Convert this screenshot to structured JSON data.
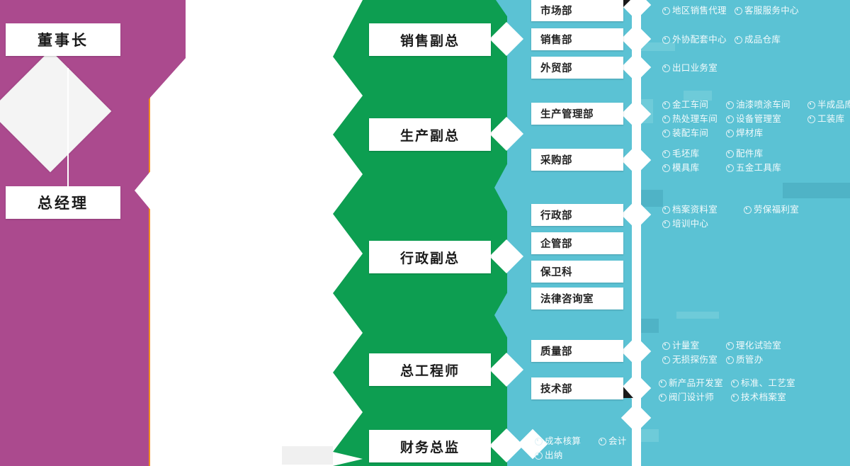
{
  "colors": {
    "purple": "#ab4a8e",
    "orange": "#f18d1f",
    "green": "#0d9e51",
    "blue": "#5bc2d4",
    "box_fill": "#ffffff",
    "diamond": "#f4f4f4",
    "leaf_text": "#f4fbfc"
  },
  "level1": [
    {
      "label": "董事长",
      "band": "purple"
    },
    {
      "label": "总经理",
      "band": "orange"
    }
  ],
  "level2": [
    {
      "label": "销售副总"
    },
    {
      "label": "生产副总"
    },
    {
      "label": "行政副总"
    },
    {
      "label": "总工程师"
    },
    {
      "label": "财务总监"
    }
  ],
  "groups": [
    {
      "head": "销售副总",
      "departments": [
        {
          "label": "市场部",
          "children": [
            [
              "地区销售代理",
              "客服服务中心"
            ]
          ]
        },
        {
          "label": "销售部",
          "children": [
            [
              "外协配套中心",
              "成品仓库"
            ]
          ]
        },
        {
          "label": "外贸部",
          "children": [
            [
              "出口业务室"
            ]
          ]
        }
      ]
    },
    {
      "head": "生产副总",
      "departments": [
        {
          "label": "生产管理部",
          "children": [
            [
              "金工车间",
              "油漆喷涂车间",
              "半成品库"
            ],
            [
              "热处理车间",
              "设备管理室",
              "工装库"
            ],
            [
              "装配车间",
              "焊材库"
            ]
          ]
        },
        {
          "label": "采购部",
          "children": [
            [
              "毛坯库",
              "配件库"
            ],
            [
              "模具库",
              "五金工具库"
            ]
          ]
        }
      ]
    },
    {
      "head": "行政副总",
      "departments": [
        {
          "label": "行政部",
          "children": [
            [
              "档案资料室",
              "劳保福利室"
            ],
            [
              "培训中心"
            ]
          ]
        },
        {
          "label": "企管部",
          "children": []
        },
        {
          "label": "保卫科",
          "children": []
        },
        {
          "label": "法律咨询室",
          "children": []
        }
      ]
    },
    {
      "head": "总工程师",
      "departments": [
        {
          "label": "质量部",
          "children": [
            [
              "计量室",
              "理化试验室"
            ],
            [
              "无损探伤室",
              "质管办"
            ]
          ]
        },
        {
          "label": "技术部",
          "children": [
            [
              "新产品开发室",
              "标准、工艺室"
            ],
            [
              "阀门设计师",
              "技术档案室"
            ]
          ]
        }
      ]
    },
    {
      "head": "财务总监",
      "departments": [
        {
          "label": "",
          "children": [
            [
              "成本核算",
              "会计"
            ],
            [
              "出纳"
            ]
          ]
        }
      ]
    }
  ],
  "icons": {
    "leaf_bullet": "double-circle-icon"
  }
}
